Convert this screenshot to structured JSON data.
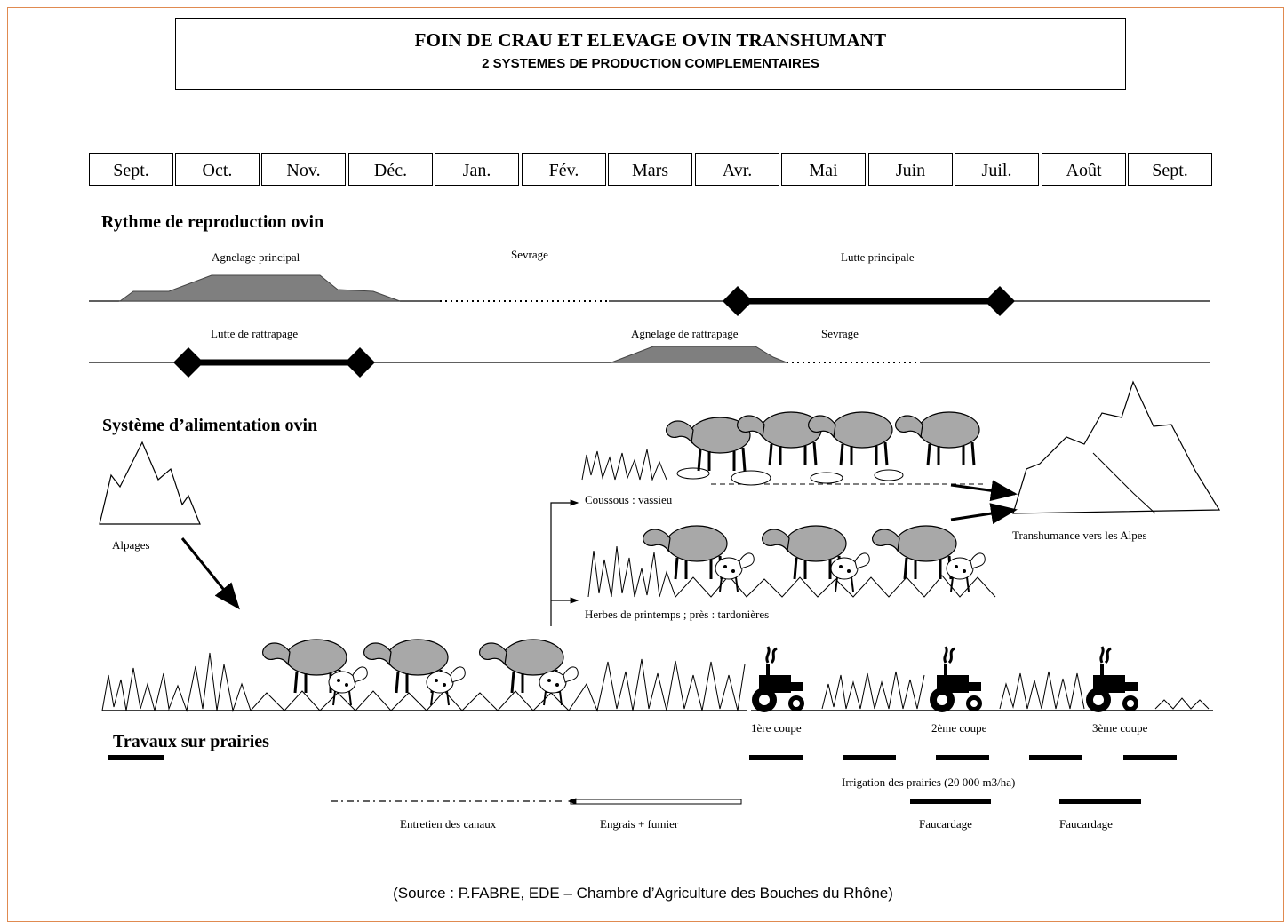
{
  "title": {
    "main": "FOIN DE CRAU ET ELEVAGE OVIN TRANSHUMANT",
    "subtitle": "2 SYSTEMES DE PRODUCTION COMPLEMENTAIRES"
  },
  "months": [
    "Sept.",
    "Oct.",
    "Nov.",
    "Déc.",
    "Jan.",
    "Fév.",
    "Mars",
    "Avr.",
    "Mai",
    "Juin",
    "Juil.",
    "Août",
    "Sept."
  ],
  "reproduction": {
    "heading": "Rythme de reproduction ovin",
    "agnelage_principal": "Agnelage principal",
    "sevrage_1": "Sevrage",
    "lutte_principale": "Lutte principale",
    "lutte_rattrapage": "Lutte de rattrapage",
    "agnelage_rattrapage": "Agnelage de rattrapage",
    "sevrage_2": "Sevrage"
  },
  "alimentation": {
    "heading": "Système d’alimentation ovin",
    "alpages": "Alpages",
    "coussous": "Coussous : vassieu",
    "herbes": "Herbes de printemps ; près : tardonières",
    "transhumance": "Transhumance vers les Alpes"
  },
  "travaux": {
    "heading": "Travaux sur prairies",
    "coupe_1": "1ère coupe",
    "coupe_2": "2ème coupe",
    "coupe_3": "3ème coupe",
    "irrigation": "Irrigation des prairies (20 000 m3/ha)",
    "entretien": "Entretien des  canaux",
    "engrais": "Engrais + fumier",
    "faucardage_1": "Faucardage",
    "faucardage_2": "Faucardage"
  },
  "source": "(Source : P.FABRE, EDE – Chambre d’Agriculture des Bouches du Rhône)"
}
